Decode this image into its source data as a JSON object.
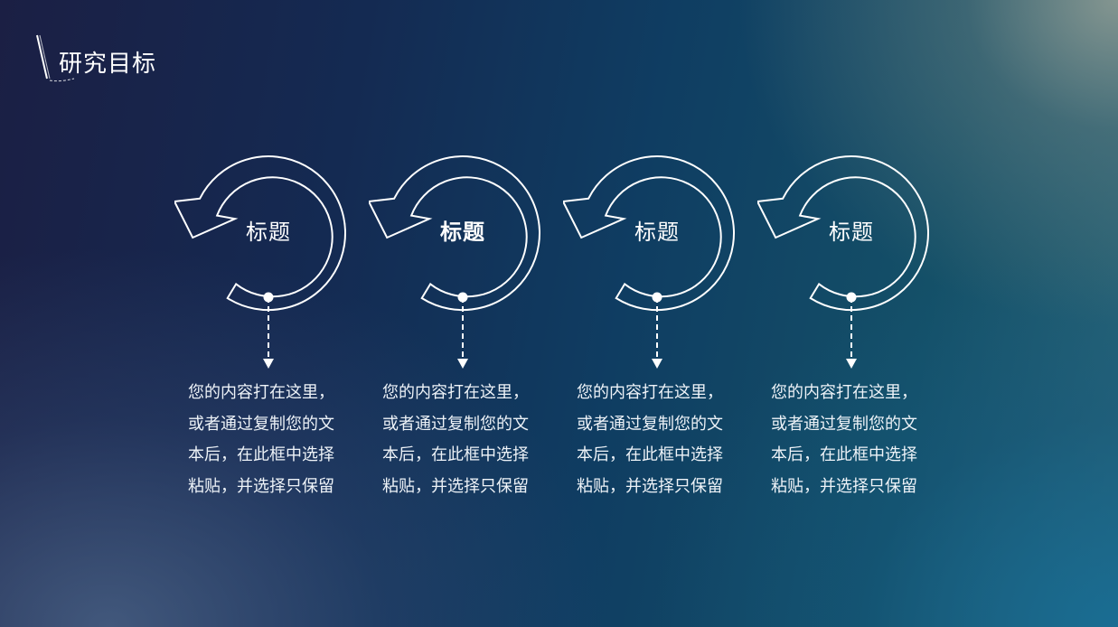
{
  "slide": {
    "title": "研究目标",
    "items": [
      {
        "label": "标题",
        "lines": [
          "您的内容打在这里，",
          "或者通过复制您的文",
          "本后，在此框中选择",
          "粘贴，并选择只保留"
        ]
      },
      {
        "label": "标题",
        "lines": [
          "您的内容打在这里，",
          "或者通过复制您的文",
          "本后，在此框中选择",
          "粘贴，并选择只保留"
        ]
      },
      {
        "label": "标题",
        "lines": [
          "您的内容打在这里，",
          "或者通过复制您的文",
          "本后，在此框中选择",
          "粘贴，并选择只保留"
        ]
      },
      {
        "label": "标题",
        "lines": [
          "您的内容打在这里，",
          "或者通过复制您的文",
          "本后，在此框中选择",
          "粘贴，并选择只保留"
        ]
      }
    ]
  },
  "colors": {
    "line": "#ffffff"
  }
}
